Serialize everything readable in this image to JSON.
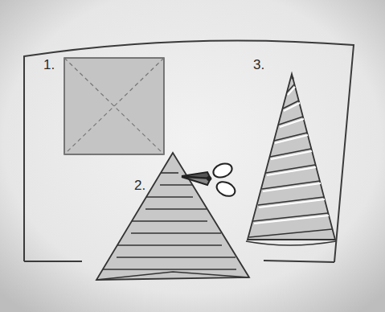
{
  "diagram": {
    "labels": [
      "1.",
      "3.",
      "2."
    ]
  }
}
